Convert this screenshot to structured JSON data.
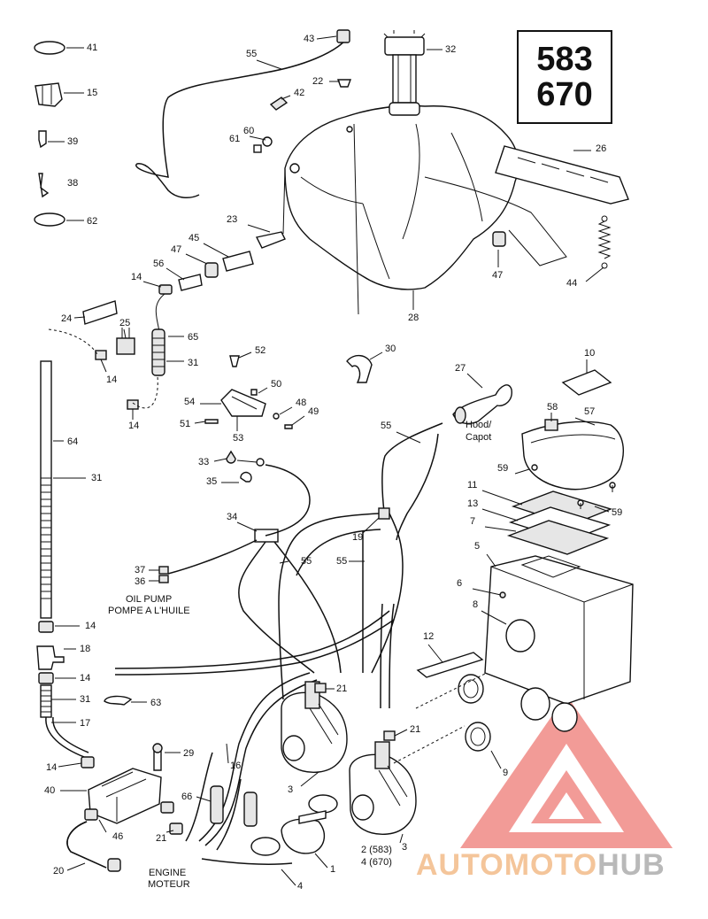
{
  "models": [
    "583",
    "670"
  ],
  "callouts": [
    {
      "n": "41"
    },
    {
      "n": "15"
    },
    {
      "n": "39"
    },
    {
      "n": "38"
    },
    {
      "n": "62"
    },
    {
      "n": "43"
    },
    {
      "n": "32"
    },
    {
      "n": "55"
    },
    {
      "n": "22"
    },
    {
      "n": "42"
    },
    {
      "n": "60"
    },
    {
      "n": "61"
    },
    {
      "n": "26"
    },
    {
      "n": "23"
    },
    {
      "n": "45"
    },
    {
      "n": "47"
    },
    {
      "n": "56"
    },
    {
      "n": "14"
    },
    {
      "n": "47"
    },
    {
      "n": "44"
    },
    {
      "n": "28"
    },
    {
      "n": "24"
    },
    {
      "n": "25"
    },
    {
      "n": "65"
    },
    {
      "n": "31"
    },
    {
      "n": "14"
    },
    {
      "n": "52"
    },
    {
      "n": "30"
    },
    {
      "n": "27"
    },
    {
      "n": "10"
    },
    {
      "n": "14"
    },
    {
      "n": "50"
    },
    {
      "n": "54"
    },
    {
      "n": "48"
    },
    {
      "n": "49"
    },
    {
      "n": "51"
    },
    {
      "n": "53"
    },
    {
      "n": "55"
    },
    {
      "n": "58"
    },
    {
      "n": "57"
    },
    {
      "n": "64"
    },
    {
      "n": "33"
    },
    {
      "n": "59"
    },
    {
      "n": "31"
    },
    {
      "n": "35"
    },
    {
      "n": "11"
    },
    {
      "n": "59"
    },
    {
      "n": "34"
    },
    {
      "n": "13"
    },
    {
      "n": "7"
    },
    {
      "n": "19"
    },
    {
      "n": "5"
    },
    {
      "n": "37"
    },
    {
      "n": "55"
    },
    {
      "n": "55"
    },
    {
      "n": "36"
    },
    {
      "n": "6"
    },
    {
      "n": "14"
    },
    {
      "n": "8"
    },
    {
      "n": "18"
    },
    {
      "n": "12"
    },
    {
      "n": "14"
    },
    {
      "n": "31"
    },
    {
      "n": "63"
    },
    {
      "n": "21"
    },
    {
      "n": "17"
    },
    {
      "n": "21"
    },
    {
      "n": "9"
    },
    {
      "n": "14"
    },
    {
      "n": "29"
    },
    {
      "n": "16"
    },
    {
      "n": "3"
    },
    {
      "n": "40"
    },
    {
      "n": "66"
    },
    {
      "n": "3"
    },
    {
      "n": "46"
    },
    {
      "n": "21"
    },
    {
      "n": "1"
    },
    {
      "n": "4"
    },
    {
      "n": "20"
    }
  ],
  "texts": {
    "hood_1": "Hood/",
    "hood_2": "Capot",
    "oil_1": "OIL PUMP",
    "oil_2": "POMPE A L'HUILE",
    "engine_1": "ENGINE",
    "engine_2": "MOTEUR",
    "carb_583": "2 (583)",
    "carb_670": "4 (670)"
  },
  "watermark": {
    "part1": "AUTOMOTO",
    "part2": "HUB",
    "logo_color": "#f08a86",
    "text_color_1": "#f4c59a",
    "text_color_2": "#b9b9b9"
  }
}
